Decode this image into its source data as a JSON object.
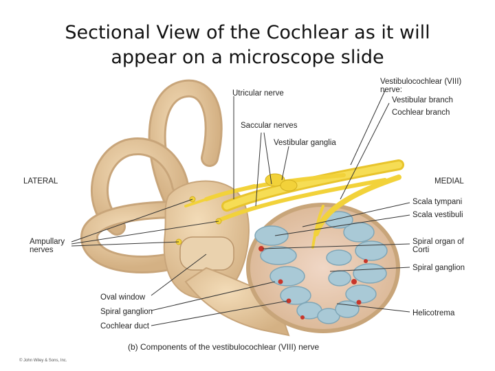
{
  "title": {
    "line1": "Sectional View of the Cochlear as it will",
    "line2": "appear on a microscope slide"
  },
  "labels": {
    "vestibulocochlear_nerve": "Vestibulocochlear (VIII)",
    "vestibulocochlear_nerve2": "nerve:",
    "vestibular_branch": "Vestibular branch",
    "cochlear_branch": "Cochlear branch",
    "utricular_nerve": "Utricular nerve",
    "saccular_nerves": "Saccular nerves",
    "vestibular_ganglia": "Vestibular ganglia",
    "lateral": "LATERAL",
    "medial": "MEDIAL",
    "scala_tympani": "Scala tympani",
    "scala_vestibuli": "Scala vestibuli",
    "spiral_organ_1": "Spiral organ of",
    "spiral_organ_2": "Corti",
    "spiral_ganglion_right": "Spiral ganglion",
    "helicotrema": "Helicotrema",
    "ampullary_1": "Ampullary",
    "ampullary_2": "nerves",
    "oval_window": "Oval window",
    "spiral_ganglion_left": "Spiral ganglion",
    "cochlear_duct": "Cochlear duct"
  },
  "caption": "(b) Components of the vestibulocochlear (VIII) nerve",
  "copyright": "© John Wiley & Sons, Inc.",
  "colors": {
    "bone": "#e6c9a0",
    "bone_shadow": "#c8a57a",
    "nerve": "#f2d23a",
    "duct": "#a9c9d6",
    "organ": "#c8352a"
  }
}
